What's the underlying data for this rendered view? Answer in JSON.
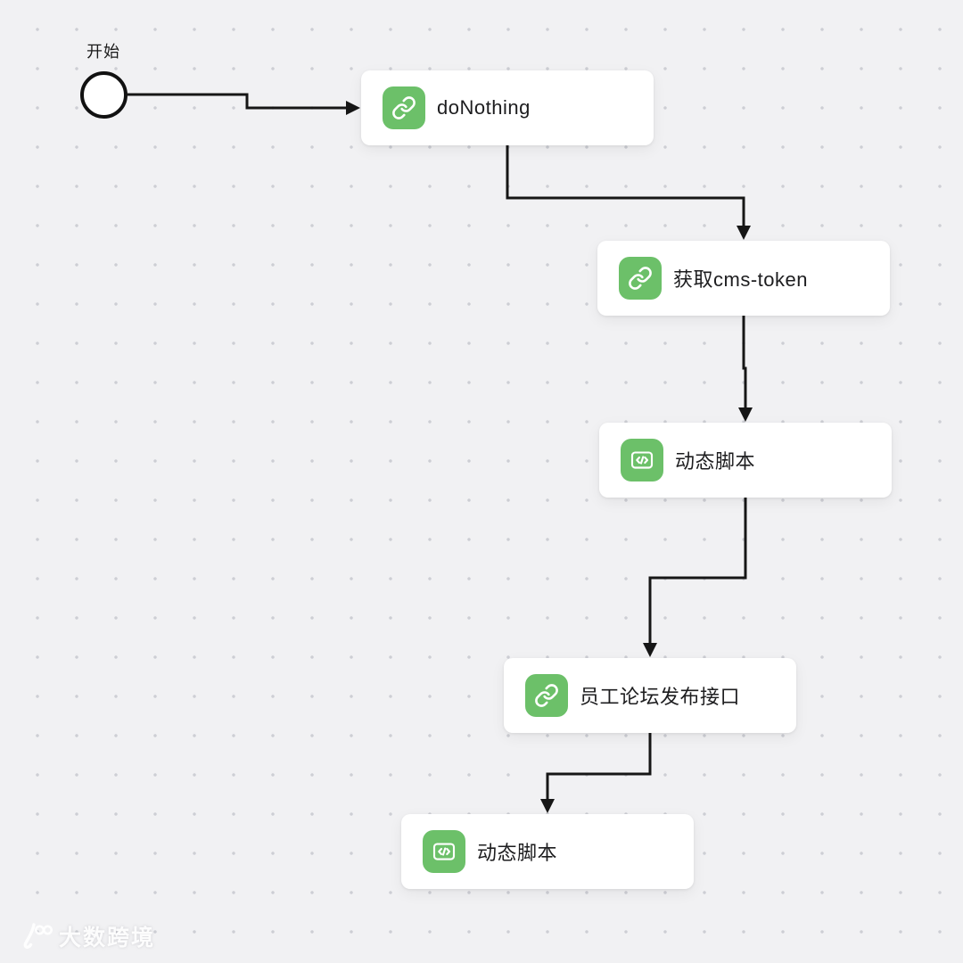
{
  "canvas": {
    "background_color": "#f1f1f3",
    "dot_color": "#cdced4",
    "edge_color": "#161616",
    "node_icon_color": "#6cc069"
  },
  "start_node": {
    "label": "开始"
  },
  "nodes": [
    {
      "id": "n1",
      "label": "doNothing",
      "icon": "link-icon"
    },
    {
      "id": "n2",
      "label": "获取cms-token",
      "icon": "link-icon"
    },
    {
      "id": "n3",
      "label": "动态脚本",
      "icon": "code-icon"
    },
    {
      "id": "n4",
      "label": "员工论坛发布接口",
      "icon": "link-icon"
    },
    {
      "id": "n5",
      "label": "动态脚本",
      "icon": "code-icon"
    }
  ],
  "edges": [
    {
      "from": "start",
      "to": "n1"
    },
    {
      "from": "n1",
      "to": "n2"
    },
    {
      "from": "n2",
      "to": "n3"
    },
    {
      "from": "n3",
      "to": "n4"
    },
    {
      "from": "n4",
      "to": "n5"
    }
  ],
  "watermark": {
    "logo": "100-logo",
    "text": "大数跨境"
  }
}
